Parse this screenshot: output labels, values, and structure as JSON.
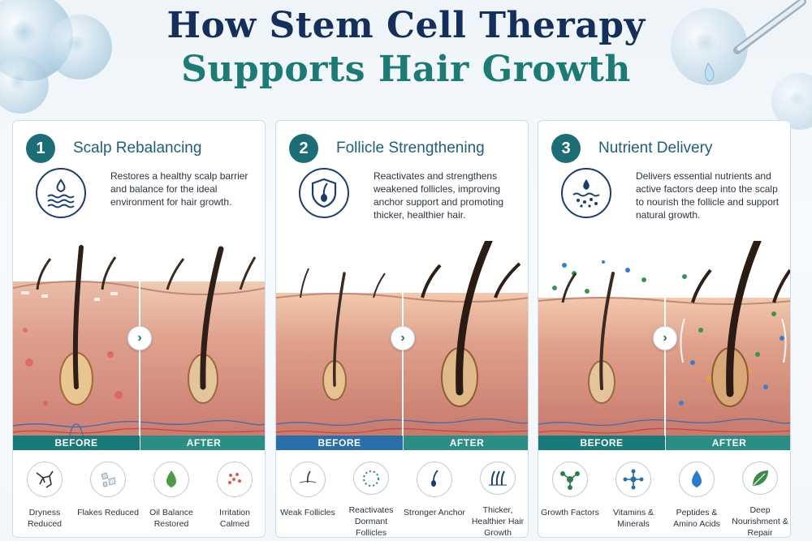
{
  "title": {
    "line1": "How Stem Cell Therapy",
    "line2": "Supports Hair Growth"
  },
  "colors": {
    "navy": "#14305a",
    "teal": "#1e7a74",
    "number_badge": "#1d6d77",
    "before_bar": "#1a7a7a",
    "after_bar": "#2b8d84",
    "before_bar_blue": "#2a6fa8"
  },
  "panels": [
    {
      "number": "1",
      "title": "Scalp Rebalancing",
      "icon": "droplet-waves-icon",
      "description": "Restores a healthy scalp barrier and balance for the ideal environment for hair growth.",
      "before_label": "BEFORE",
      "after_label": "AFTER",
      "benefits": [
        {
          "icon": "cracked-skin-icon",
          "label": "Dryness Reduced"
        },
        {
          "icon": "flakes-icon",
          "label": "Flakes Reduced"
        },
        {
          "icon": "oil-drop-icon",
          "label": "Oil Balance Restored"
        },
        {
          "icon": "calm-dots-icon",
          "label": "Irritation Calmed"
        }
      ]
    },
    {
      "number": "2",
      "title": "Follicle Strengthening",
      "icon": "shield-follicle-icon",
      "description": "Reactivates and strengthens weakened follicles, improving anchor support and promoting thicker, healthier hair.",
      "before_label": "BEFORE",
      "after_label": "AFTER",
      "benefits": [
        {
          "icon": "weak-follicle-icon",
          "label": "Weak Follicles"
        },
        {
          "icon": "dotted-ring-icon",
          "label": "Reactivates Dormant Follicles"
        },
        {
          "icon": "anchor-follicle-icon",
          "label": "Stronger Anchor"
        },
        {
          "icon": "hair-strands-icon",
          "label": "Thicker, Healthier Hair Growth"
        }
      ]
    },
    {
      "number": "3",
      "title": "Nutrient Delivery",
      "icon": "nutrient-drop-icon",
      "description": "Delivers essential nutrients and active factors deep into the scalp to nourish the follicle and support natural growth.",
      "before_label": "BEFORE",
      "after_label": "AFTER",
      "benefits": [
        {
          "icon": "molecule-icon",
          "label": "Growth Factors"
        },
        {
          "icon": "network-icon",
          "label": "Vitamins & Minerals"
        },
        {
          "icon": "blue-drop-icon",
          "label": "Peptides & Amino Acids"
        },
        {
          "icon": "leaf-icon",
          "label": "Deep Nourishment & Repair"
        }
      ]
    }
  ]
}
